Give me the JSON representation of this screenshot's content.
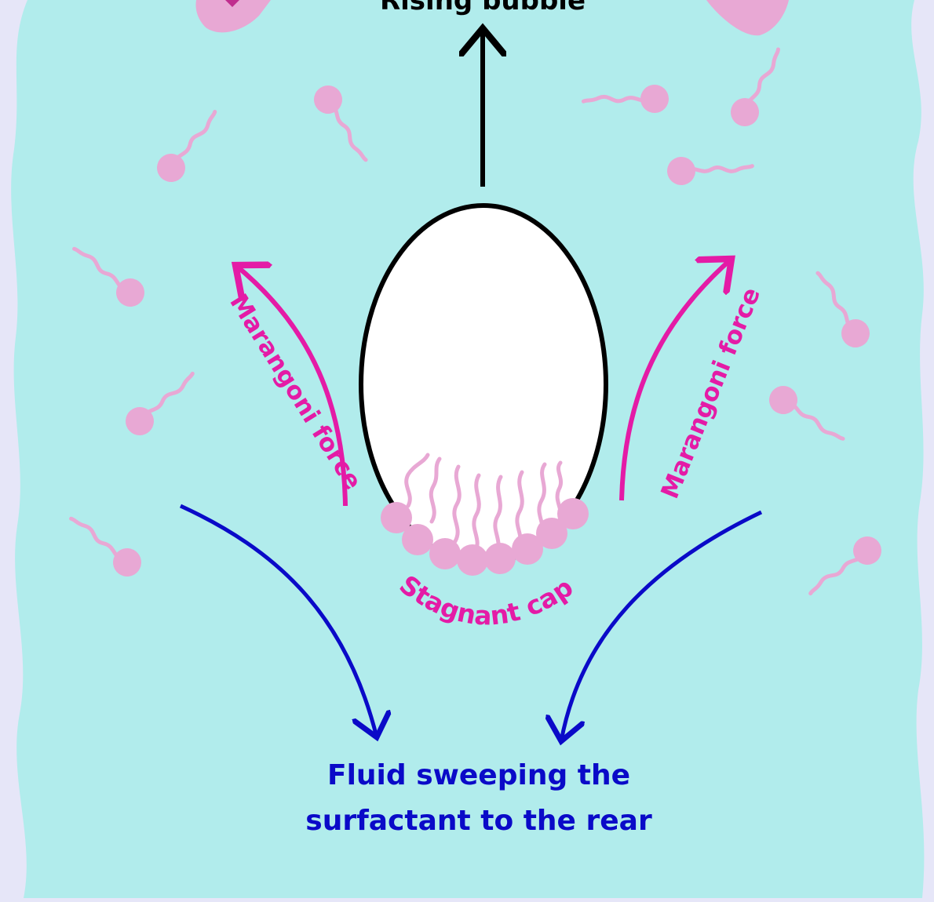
{
  "labels": {
    "rising_bubble": "Rising bubble",
    "marangoni_left": "Marangoni force",
    "marangoni_right": "Marangoni force",
    "stagnant_cap": "Stagnant cap",
    "fluid_line1": "Fluid sweeping the",
    "fluid_line2": "surfactant to the rear"
  },
  "colors": {
    "page_background": "#e6e6f8",
    "fluid": "#b1ecec",
    "bubble_fill": "#ffffff",
    "bubble_outline": "#000000",
    "surfactant": "#e8a8d4",
    "marangoni": "#e41ba6",
    "fluid_flow": "#0a0ac8",
    "rising_arrow": "#000000"
  },
  "icons": {
    "surfactant_molecule": "surfactant-molecule-icon"
  }
}
